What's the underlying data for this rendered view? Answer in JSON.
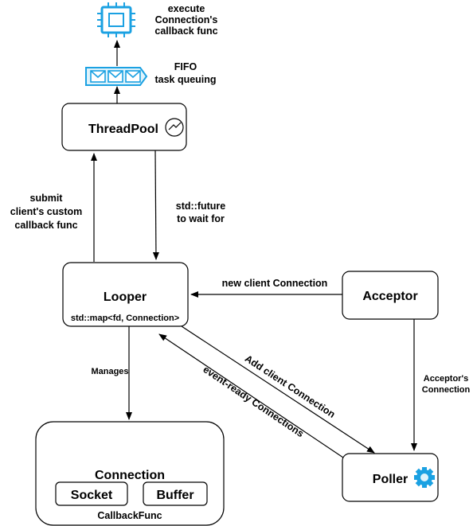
{
  "nodes": {
    "cpu_label": [
      "execute",
      "Connection's",
      "callback func"
    ],
    "fifo_label": [
      "FIFO",
      "task queuing"
    ],
    "threadpool": "ThreadPool",
    "looper": "Looper",
    "looper_sub": "std::map<fd, Connection>",
    "acceptor": "Acceptor",
    "poller": "Poller",
    "connection": "Connection",
    "socket": "Socket",
    "buffer": "Buffer",
    "callback": "CallbackFunc"
  },
  "edges": {
    "submit": [
      "submit",
      "client's custom",
      "callback func"
    ],
    "future": [
      "std::future",
      "to wait for"
    ],
    "new_conn": "new client Connection",
    "manages": "Manages",
    "add_conn": "Add client Connection",
    "event_ready": "event-ready Connections",
    "acceptor_conn": [
      "Acceptor's",
      "Connection"
    ]
  },
  "colors": {
    "stroke": "#000000",
    "icon_blue": "#1ba1e2",
    "icon_blue_light": "#dff3fb"
  },
  "icons": [
    "cpu-icon",
    "queue-icon",
    "gauge-icon",
    "gear-icon"
  ]
}
